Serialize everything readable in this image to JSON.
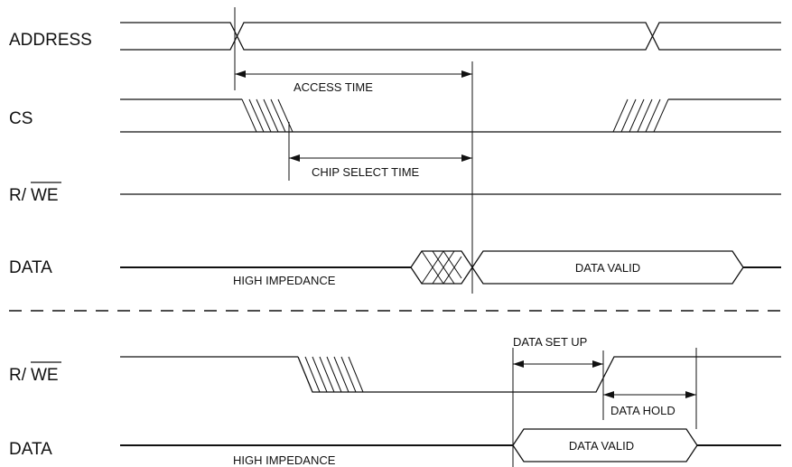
{
  "signals": {
    "address": "ADDRESS",
    "cs": "CS",
    "rwe_prefix": "R/",
    "rwe_bar": "WE",
    "data": "DATA"
  },
  "annotations": {
    "access_time": "ACCESS TIME",
    "chip_select_time": "CHIP SELECT TIME",
    "high_impedance": "HIGH IMPEDANCE",
    "data_valid": "DATA VALID",
    "data_set_up": "DATA SET UP",
    "data_hold": "DATA HOLD"
  }
}
